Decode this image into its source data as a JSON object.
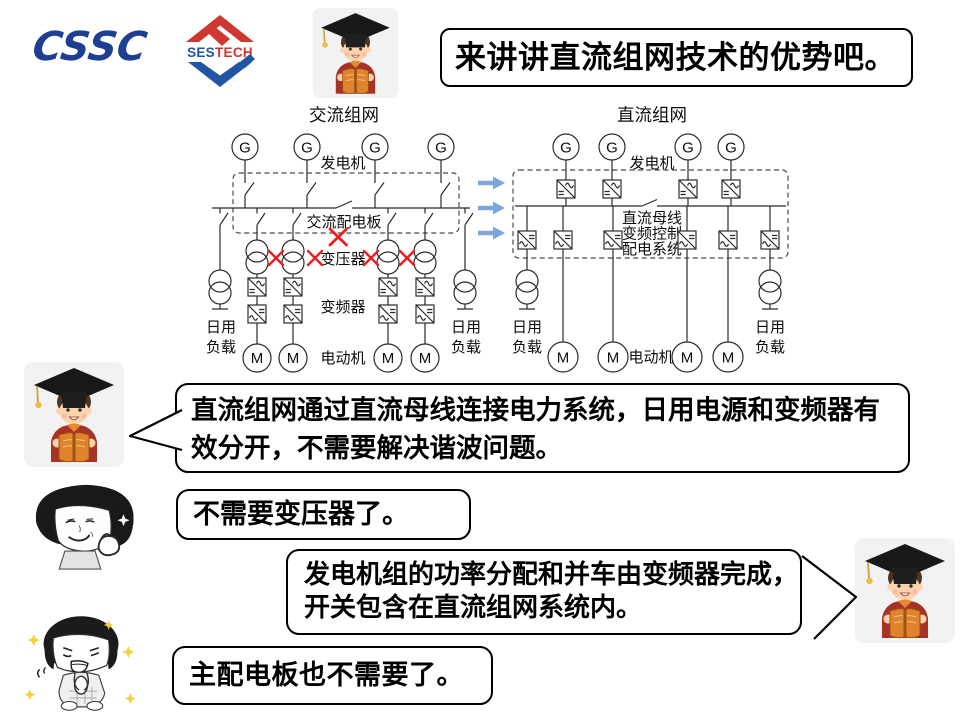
{
  "logos": {
    "cssc": "CSSC",
    "sestech": {
      "ses": "SES",
      "tech": "TECH"
    }
  },
  "colors": {
    "cssc_blue": "#1d3e92",
    "ses_red": "#cf3830",
    "ses_blue": "#2156a5",
    "cross_red": "#ee1c1c",
    "arrow_blue": "#7ea6d8"
  },
  "top_bubble": {
    "text": "来讲讲直流组网技术的优势吧。"
  },
  "diagram": {
    "ac": {
      "title": "交流组网",
      "generator": "G",
      "generator_label": "发电机",
      "switchboard_label": "交流配电板",
      "transformer_label": "变压器",
      "converter_label": "变频器",
      "motor": "M",
      "motor_label": "电动机",
      "load": [
        "日用",
        "负载"
      ]
    },
    "dc": {
      "title": "直流组网",
      "generator": "G",
      "generator_label": "发电机",
      "bus_label": [
        "直流母线",
        "变频控制",
        "配电系统"
      ],
      "motor": "M",
      "motor_label": "电动机",
      "load": [
        "日用",
        "负载"
      ]
    }
  },
  "bubbles": {
    "b1": {
      "lines": [
        "直流组网通过直流母线连接电力系统，日用电源和变频器有",
        "效分开，不需要解决谐波问题。"
      ]
    },
    "b2": {
      "text": "不需要变压器了。"
    },
    "b3": {
      "lines": [
        "发电机组的功率分配和并车由变频器完成，",
        "开关包含在直流组网系统内。"
      ]
    },
    "b4": {
      "text": "主配电板也不需要了。"
    }
  }
}
